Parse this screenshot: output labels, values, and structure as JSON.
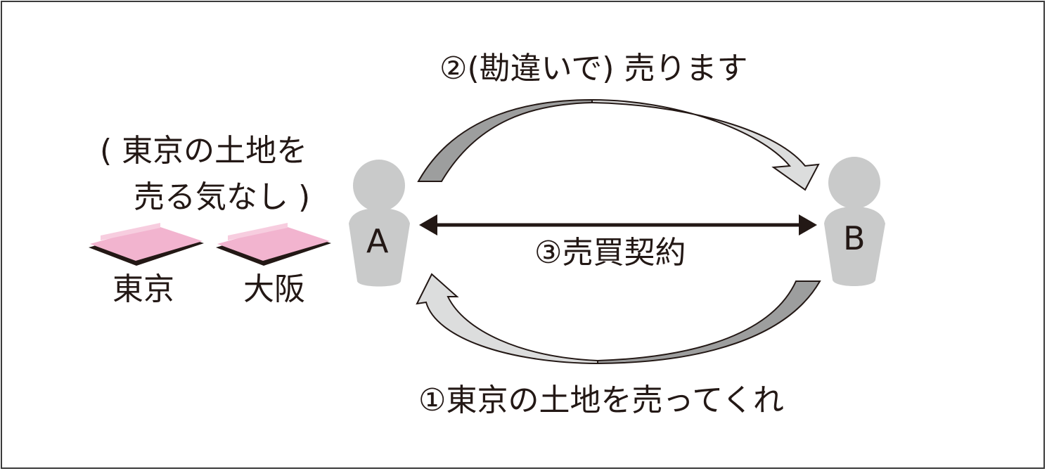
{
  "diagram": {
    "title": "勘違いによる売買契約",
    "note_line1": "( 東京の土地を",
    "note_line2": "売る気なし )",
    "lands": [
      {
        "name": "東京",
        "color": "#f2b4cf"
      },
      {
        "name": "大阪",
        "color": "#f2b4cf"
      }
    ],
    "persons": [
      {
        "id": "A",
        "label": "A",
        "color": "#c9caca"
      },
      {
        "id": "B",
        "label": "B",
        "color": "#c9caca"
      }
    ],
    "arrows": [
      {
        "from": "B",
        "to": "A",
        "label": "①東京の土地を売ってくれ",
        "type": "curved-bottom"
      },
      {
        "from": "A",
        "to": "B",
        "label": "②(勘違いで)  売ります",
        "type": "curved-top"
      },
      {
        "from": "A",
        "to": "B",
        "label": "③売買契約",
        "type": "double-headed"
      }
    ],
    "colors": {
      "arrow_dark": "#9d9e9e",
      "arrow_light": "#dcdddd",
      "outline": "#231815",
      "border": "#3a3a3a"
    }
  }
}
